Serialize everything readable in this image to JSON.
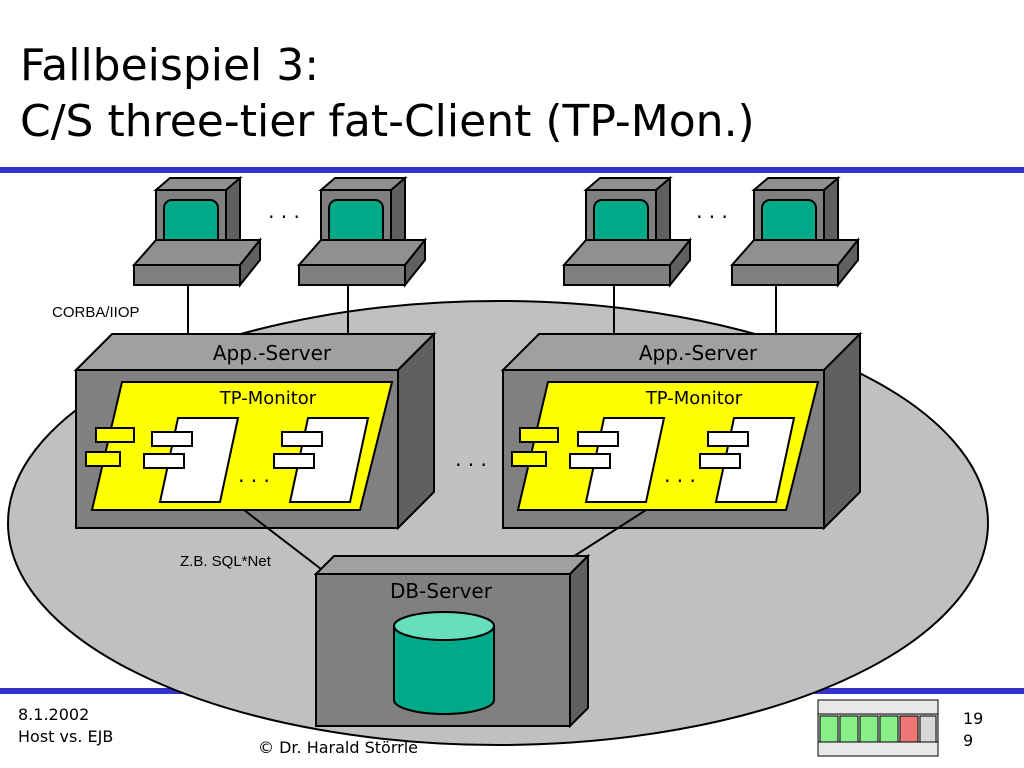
{
  "title": {
    "line1": "Fallbeispiel 3:",
    "line2": "C/S three-tier fat-Client (TP-Mon.)"
  },
  "diagram": {
    "protocol_label": "CORBA/IIOP",
    "db_link_label": "Z.B. SQL*Net",
    "app_servers": [
      {
        "label": "App.-Server",
        "monitor_label": "TP-Monitor",
        "component_ellipsis": ". . ."
      },
      {
        "label": "App.-Server",
        "monitor_label": "TP-Monitor",
        "component_ellipsis": ". . ."
      }
    ],
    "client_groups": [
      {
        "ellipsis": ". . ."
      },
      {
        "ellipsis": ". . ."
      }
    ],
    "server_ellipsis": ". . .",
    "db_server_label": "DB-Server"
  },
  "footer": {
    "date": "8.1.2002",
    "course": "Host vs. EJB",
    "copyright": "© Dr. Harald Störrle",
    "page_line1": "19",
    "page_line2": "9"
  },
  "colors": {
    "rule": "#3333cc",
    "ellipse_fill": "#c0c0c0",
    "box_front": "#808080",
    "box_top": "#a0a0a0",
    "box_side": "#606060",
    "tp_monitor": "#ffff00",
    "screen": "#00aa88",
    "db_cylinder": "#00aa88",
    "db_top": "#66ddbb",
    "nav_green": "#88ee88",
    "nav_red": "#ee7777"
  }
}
